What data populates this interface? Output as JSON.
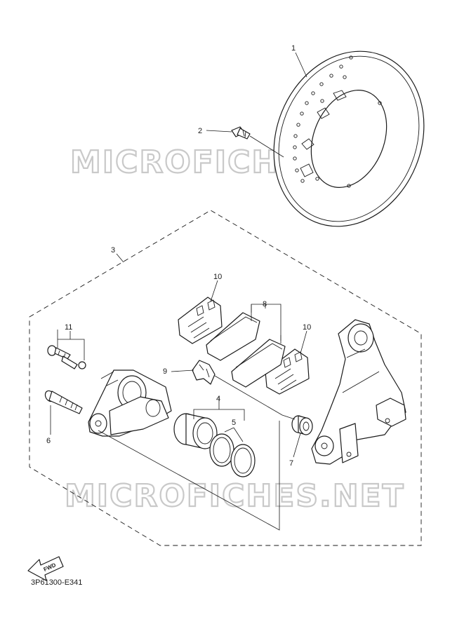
{
  "diagram": {
    "callouts": {
      "c1": "1",
      "c2": "2",
      "c3": "3",
      "c4": "4",
      "c5": "5",
      "c6": "6",
      "c7": "7",
      "c8": "8",
      "c9": "9",
      "c10a": "10",
      "c10b": "10",
      "c11": "11"
    },
    "watermark_text": "MICROFICHES.NET",
    "fwd_label": "FWD",
    "figure_code": "3P61300-E341"
  }
}
